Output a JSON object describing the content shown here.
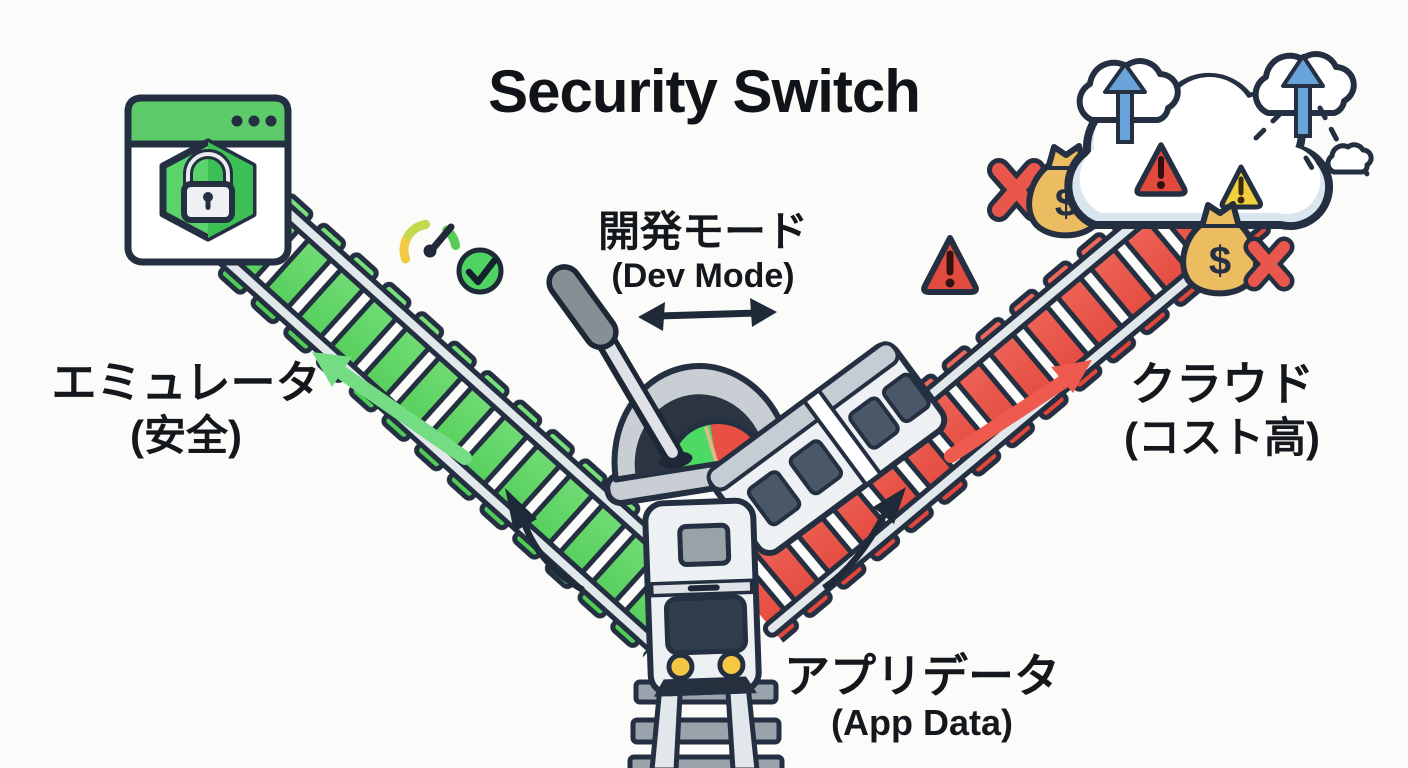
{
  "title": "Security Switch",
  "labels": {
    "emulator": {
      "main": "エミュレータ",
      "sub": "(安全)"
    },
    "dev_mode": {
      "main": "開発モード",
      "sub": "(Dev Mode)"
    },
    "cloud": {
      "main": "クラウド",
      "sub": "(コスト高)"
    },
    "app_data": {
      "main": "アプリデータ",
      "sub": "(App Data)"
    }
  },
  "symbols": {
    "dollar": "$"
  },
  "icons": {
    "secure-browser-lock": "browser window with green shield and padlock",
    "speedometer": "gauge arc with needle",
    "check-circle": "✓",
    "switch-lever": "track switch lever with green/red indicator",
    "train": "train on forked track",
    "warning-triangle-red": "⚠",
    "warning-triangle-yellow": "⚠",
    "money-bag": "💰",
    "cross-mark": "✕",
    "cloud-upload": "☁ with ↑",
    "cloud-warning": "cloud with warning triangles",
    "double-headed-arrow": "↔",
    "curved-arrow": "curved fork arrow"
  },
  "colors": {
    "outline": "#243041",
    "track_green": "#5fd463",
    "track_red": "#e9574b",
    "rail": "#e2e7ec",
    "arrow_green": "#74dd84",
    "arrow_red": "#ee5a4e",
    "accent_yellow": "#f1cf3f",
    "accent_blue": "#68a4d9",
    "money_bag": "#ecbc60",
    "train_body": "#eef1f3",
    "lever_green": "#4cd964",
    "lever_red": "#ea4f44",
    "browser_green": "#5ecb6b",
    "cloud_shade": "#d9e6ef",
    "text": "#14181d"
  }
}
